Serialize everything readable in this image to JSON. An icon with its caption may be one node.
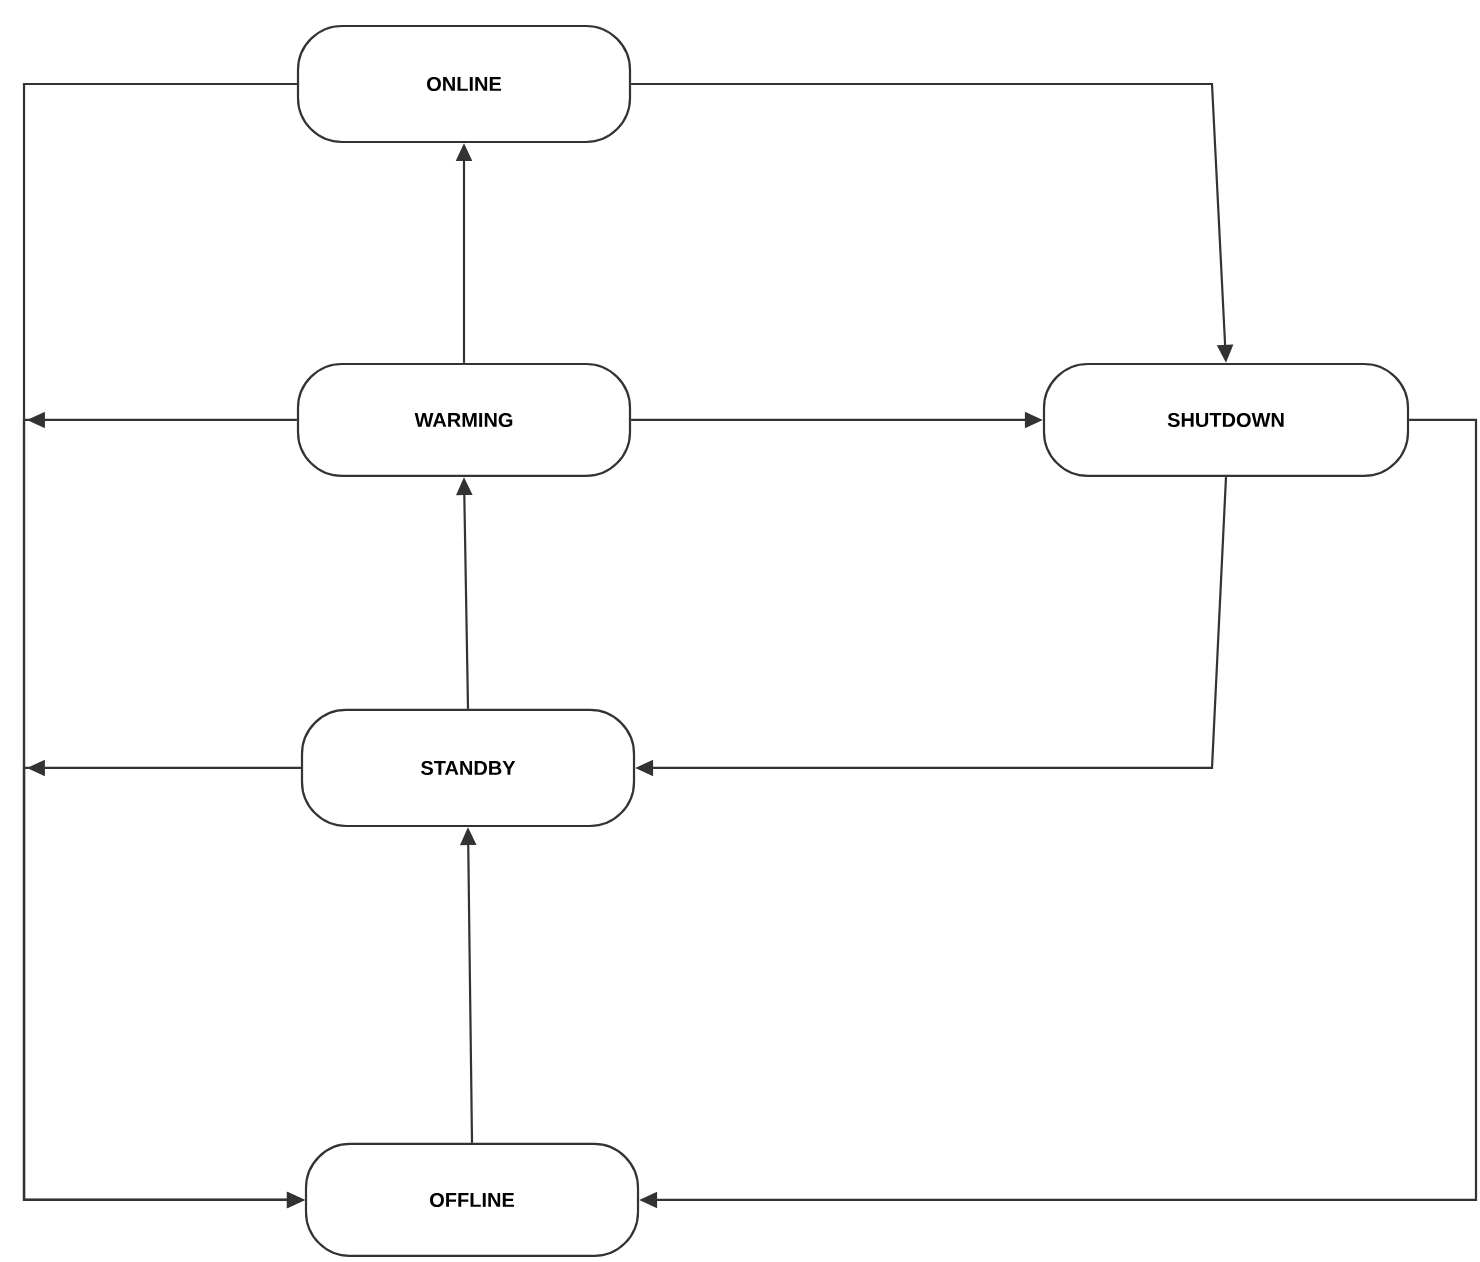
{
  "diagram": {
    "nodes": [
      {
        "text": [
          "ONLINE"
        ]
      },
      {
        "text": [
          "WARMING"
        ]
      },
      {
        "text": [
          "SHUTDOWN"
        ]
      },
      {
        "text": [
          "STANDBY"
        ]
      },
      {
        "text": [
          "OFFLINE"
        ]
      }
    ],
    "edges": [
      {
        "from": 1,
        "to": 0,
        "arrow": "to"
      },
      {
        "from": 3,
        "to": 1,
        "arrow": "to"
      },
      {
        "from": 4,
        "to": 3,
        "arrow": "to"
      },
      {
        "from": 0,
        "to": 2,
        "arrow": "to"
      },
      {
        "from": 1,
        "to": 2,
        "arrow": "to"
      },
      {
        "from": 2,
        "to": 3,
        "arrow": "to"
      },
      {
        "from": 2,
        "to": 4,
        "arrow": "to"
      },
      {
        "from": 0,
        "to": 4,
        "arrow": "to"
      },
      {
        "from": 1,
        "to": 4,
        "arrow": "to"
      },
      {
        "from": 3,
        "to": 4,
        "arrow": "to"
      }
    ]
  }
}
